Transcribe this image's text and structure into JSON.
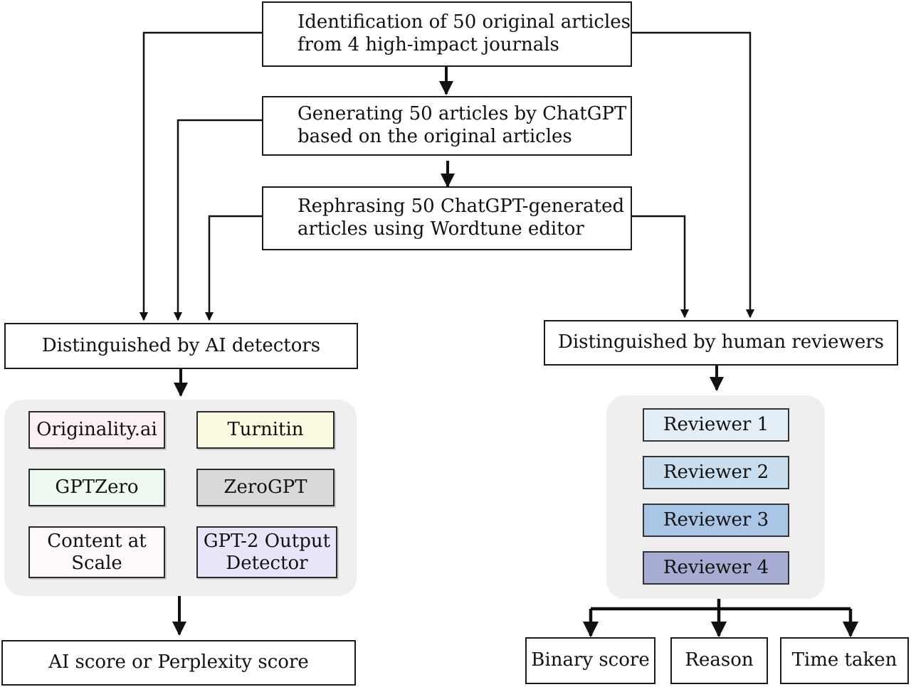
{
  "top_steps": [
    {
      "line1": "Identification of 50 original articles",
      "line2": "from 4 high-impact journals"
    },
    {
      "line1": "Generating 50 articles by ChatGPT",
      "line2": "based on the original articles"
    },
    {
      "line1": "Rephrasing 50 ChatGPT-generated",
      "line2": "articles using Wordtune editor"
    }
  ],
  "ai_branch": {
    "title": "Distinguished by AI detectors",
    "tools": [
      {
        "line1": "Originality.ai",
        "line2": "",
        "color": "#fdf0f3"
      },
      {
        "line1": "Turnitin",
        "line2": "",
        "color": "#fbfbe2"
      },
      {
        "line1": "GPTZero",
        "line2": "",
        "color": "#eefaf1"
      },
      {
        "line1": "ZeroGPT",
        "line2": "",
        "color": "#d9d9d9"
      },
      {
        "line1": "Content at",
        "line2": "Scale",
        "color": "#fffafb"
      },
      {
        "line1": "GPT-2 Output",
        "line2": "Detector",
        "color": "#e6e6f8"
      }
    ],
    "output": "AI score or Perplexity score"
  },
  "human_branch": {
    "title": "Distinguished by human reviewers",
    "reviewers": [
      {
        "label": "Reviewer 1",
        "color": "#e3eef7"
      },
      {
        "label": "Reviewer 2",
        "color": "#c9dff0"
      },
      {
        "label": "Reviewer 3",
        "color": "#aac6e6"
      },
      {
        "label": "Reviewer 4",
        "color": "#a6acd2"
      }
    ],
    "outputs": [
      "Binary score",
      "Reason",
      "Time taken"
    ]
  }
}
